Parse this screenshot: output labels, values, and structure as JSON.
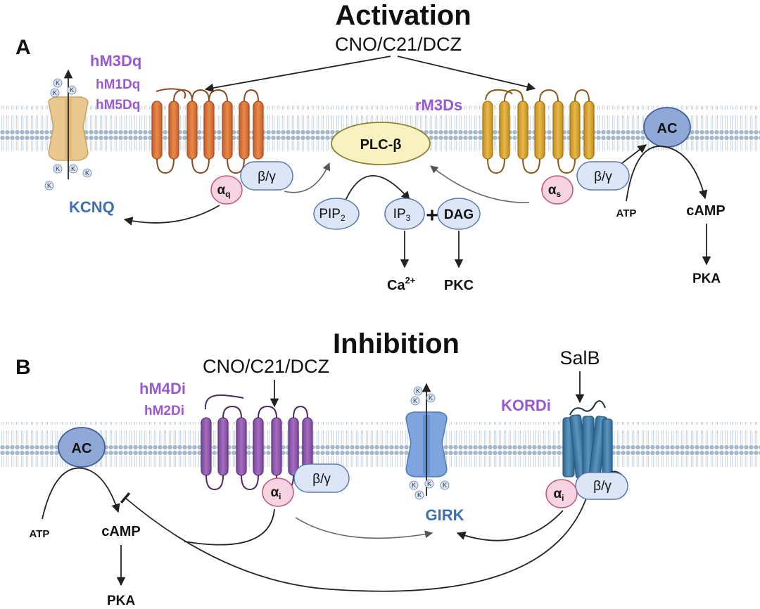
{
  "panel_a": {
    "letter": "A",
    "title": "Activation",
    "ligand": "CNO/C21/DCZ",
    "receptor_gq_main": "hM3Dq",
    "receptor_gq_alt1": "hM1Dq",
    "receptor_gq_alt2": "hM5Dq",
    "receptor_gs": "rM3Ds",
    "channel": "KCNQ",
    "potassium_ion": "K",
    "alpha_q": "α",
    "alpha_q_sub": "q",
    "alpha_s": "α",
    "alpha_s_sub": "s",
    "beta_gamma": "β/γ",
    "plc": "PLC-β",
    "pip2": "PIP",
    "pip2_sub": "2",
    "ip3": "IP",
    "ip3_sub": "3",
    "plus": "+",
    "dag": "DAG",
    "calcium": "Ca",
    "calcium_sup": "2+",
    "pkc": "PKC",
    "ac": "AC",
    "atp": "ATP",
    "camp": "cAMP",
    "pka": "PKA"
  },
  "panel_b": {
    "letter": "B",
    "title": "Inhibition",
    "ligand": "CNO/C21/DCZ",
    "ligand_kor": "SalB",
    "receptor_gi_main": "hM4Di",
    "receptor_gi_alt": "hM2Di",
    "receptor_kor": "KORDi",
    "channel": "GIRK",
    "potassium_ion": "K",
    "alpha_i": "α",
    "alpha_i_sub": "i",
    "beta_gamma": "β/γ",
    "ac": "AC",
    "atp": "ATP",
    "camp": "cAMP",
    "pka": "PKA"
  },
  "colors": {
    "membrane": "#a9bccc",
    "receptor_gq": "#d9743a",
    "receptor_gs": "#d9a02a",
    "receptor_gi": "#8a52a8",
    "receptor_kor": "#3f7ba6",
    "channel_kcnq": "#e8c48a",
    "channel_girk": "#7fa4de",
    "alpha_fill": "#f6d3e0",
    "alpha_stroke": "#c2567f",
    "bg_fill": "#dde6f6",
    "bg_stroke": "#5a79b4",
    "plc_fill": "#f8f1c2",
    "plc_stroke": "#8a8230",
    "ac_fill": "#8fa8d6",
    "ac_stroke": "#3f5f9a",
    "label_purple": "#9b59d0",
    "label_blue": "#3c6fb4"
  }
}
